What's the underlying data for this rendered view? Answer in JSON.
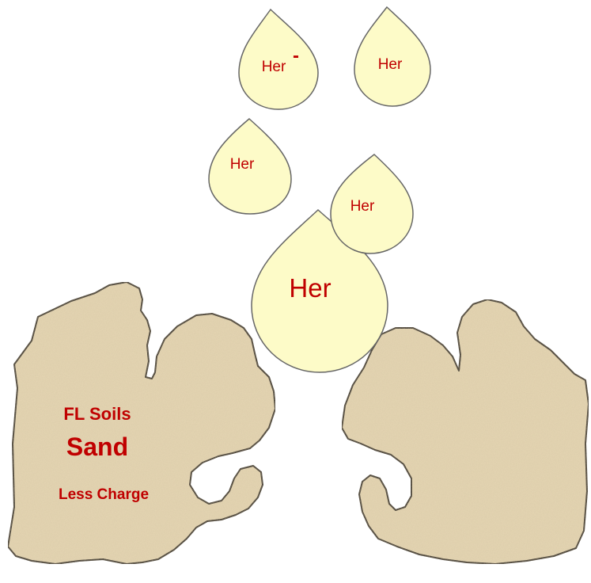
{
  "colors": {
    "droplet_fill": "#fdfbc8",
    "droplet_stroke": "#666666",
    "label_red": "#c00000",
    "sand_fill": "#e6d7b4",
    "sand_stroke": "#222222"
  },
  "droplets": [
    {
      "label": "Her",
      "charge": "-"
    },
    {
      "label": "Her"
    },
    {
      "label": "Her"
    },
    {
      "label": "Her"
    },
    {
      "label": "Her"
    }
  ],
  "soil_left": {
    "title": "FL Soils",
    "type": "Sand",
    "note": "Less Charge"
  }
}
